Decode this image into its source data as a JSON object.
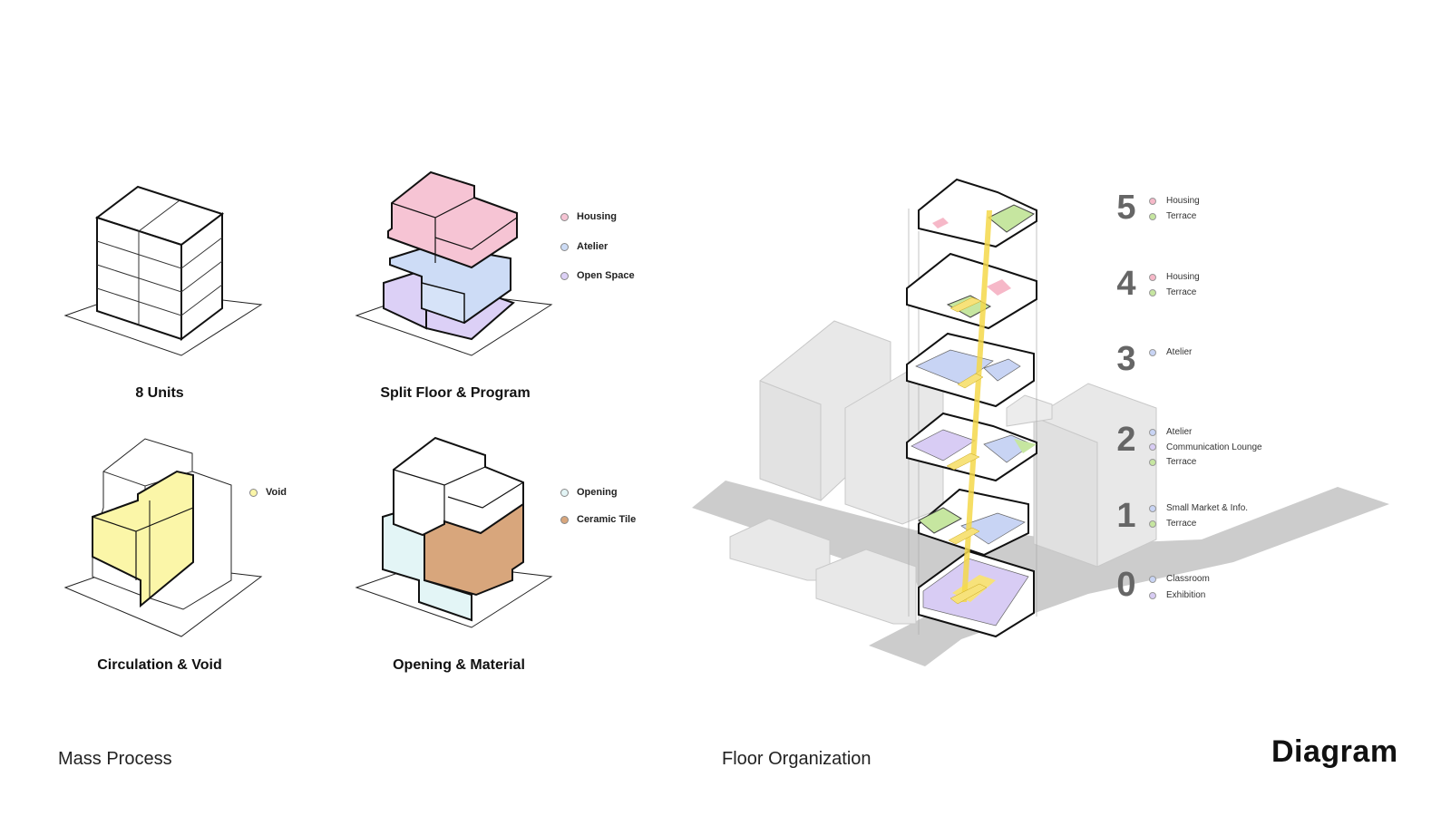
{
  "page_title": "Diagram",
  "sections": {
    "mass_process": "Mass Process",
    "floor_organization": "Floor Organization"
  },
  "panels": {
    "units": {
      "caption": "8 Units"
    },
    "split": {
      "caption": "Split Floor & Program",
      "legend": [
        {
          "label": "Housing",
          "color": "#f6c4d4"
        },
        {
          "label": "Atelier",
          "color": "#cddcf6"
        },
        {
          "label": "Open Space",
          "color": "#dcd0f6"
        }
      ]
    },
    "circulation": {
      "caption": "Circulation & Void",
      "legend": [
        {
          "label": "Void",
          "color": "#fbf6a8"
        }
      ]
    },
    "opening": {
      "caption": "Opening & Material",
      "legend": [
        {
          "label": "Opening",
          "color": "#e3f5f6"
        },
        {
          "label": "Ceramic Tile",
          "color": "#d8a67c"
        }
      ]
    }
  },
  "floors": [
    {
      "number": "5",
      "programs": [
        {
          "label": "Housing",
          "color": "#f6b8c8"
        },
        {
          "label": "Terrace",
          "color": "#c6e6a0"
        }
      ]
    },
    {
      "number": "4",
      "programs": [
        {
          "label": "Housing",
          "color": "#f6b8c8"
        },
        {
          "label": "Terrace",
          "color": "#c6e6a0"
        }
      ]
    },
    {
      "number": "3",
      "programs": [
        {
          "label": "Atelier",
          "color": "#c8d4f4"
        }
      ]
    },
    {
      "number": "2",
      "programs": [
        {
          "label": "Atelier",
          "color": "#c8d4f4"
        },
        {
          "label": "Communication Lounge",
          "color": "#d8ccf4"
        },
        {
          "label": "Terrace",
          "color": "#c6e6a0"
        }
      ]
    },
    {
      "number": "1",
      "programs": [
        {
          "label": "Small Market & Info.",
          "color": "#c8d4f4"
        },
        {
          "label": "Terrace",
          "color": "#c6e6a0"
        }
      ]
    },
    {
      "number": "0",
      "programs": [
        {
          "label": "Classroom",
          "color": "#c8d4f4"
        },
        {
          "label": "Exhibition",
          "color": "#d8ccf4"
        }
      ]
    }
  ]
}
